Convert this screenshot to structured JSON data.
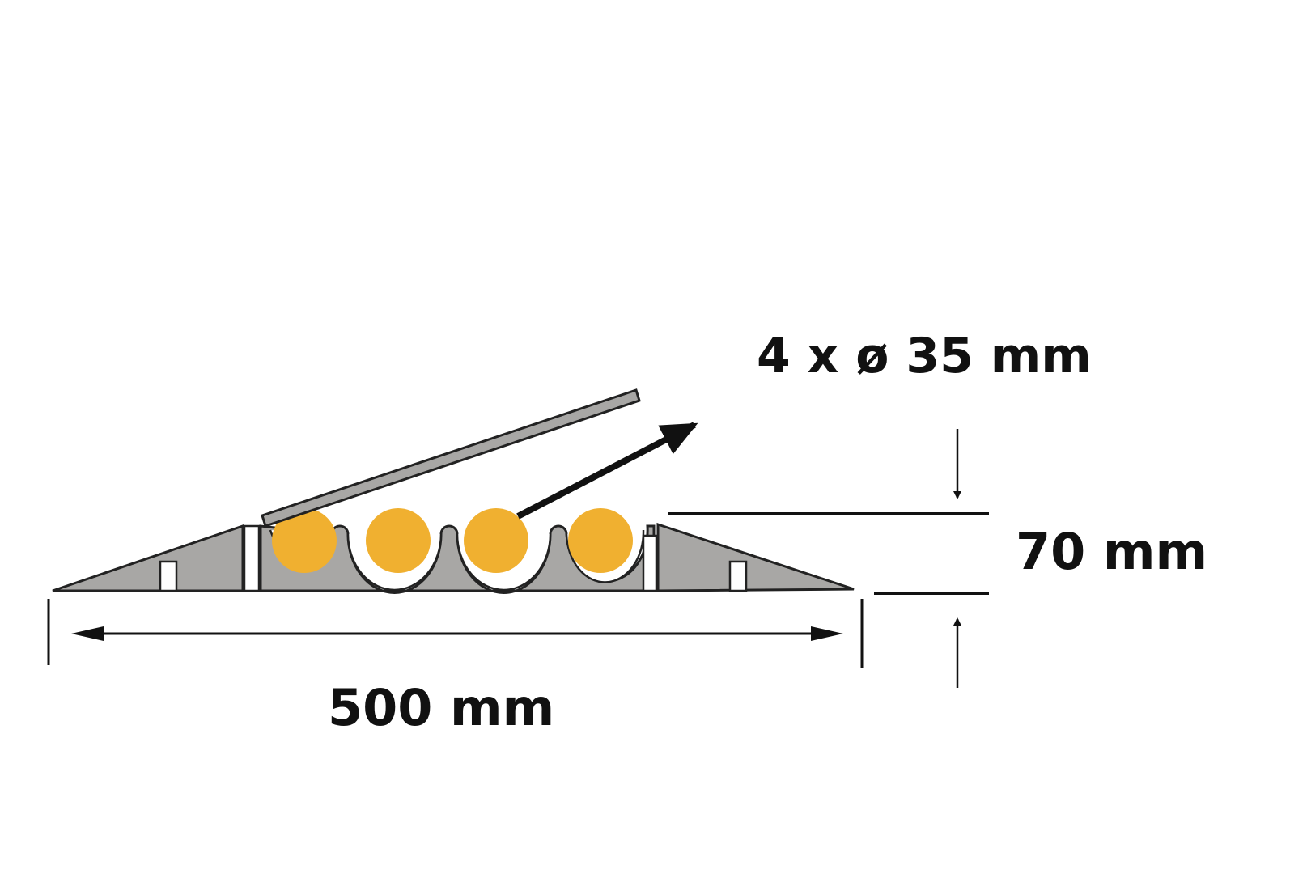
{
  "diagram": {
    "cable_label": "4 x ø 35 mm",
    "height_label": "70 mm",
    "width_label": "500 mm",
    "cable_count": 4,
    "colors": {
      "cable": "#f0b030",
      "body": "#a8a7a5",
      "outline": "#222222",
      "text": "#111111"
    }
  }
}
